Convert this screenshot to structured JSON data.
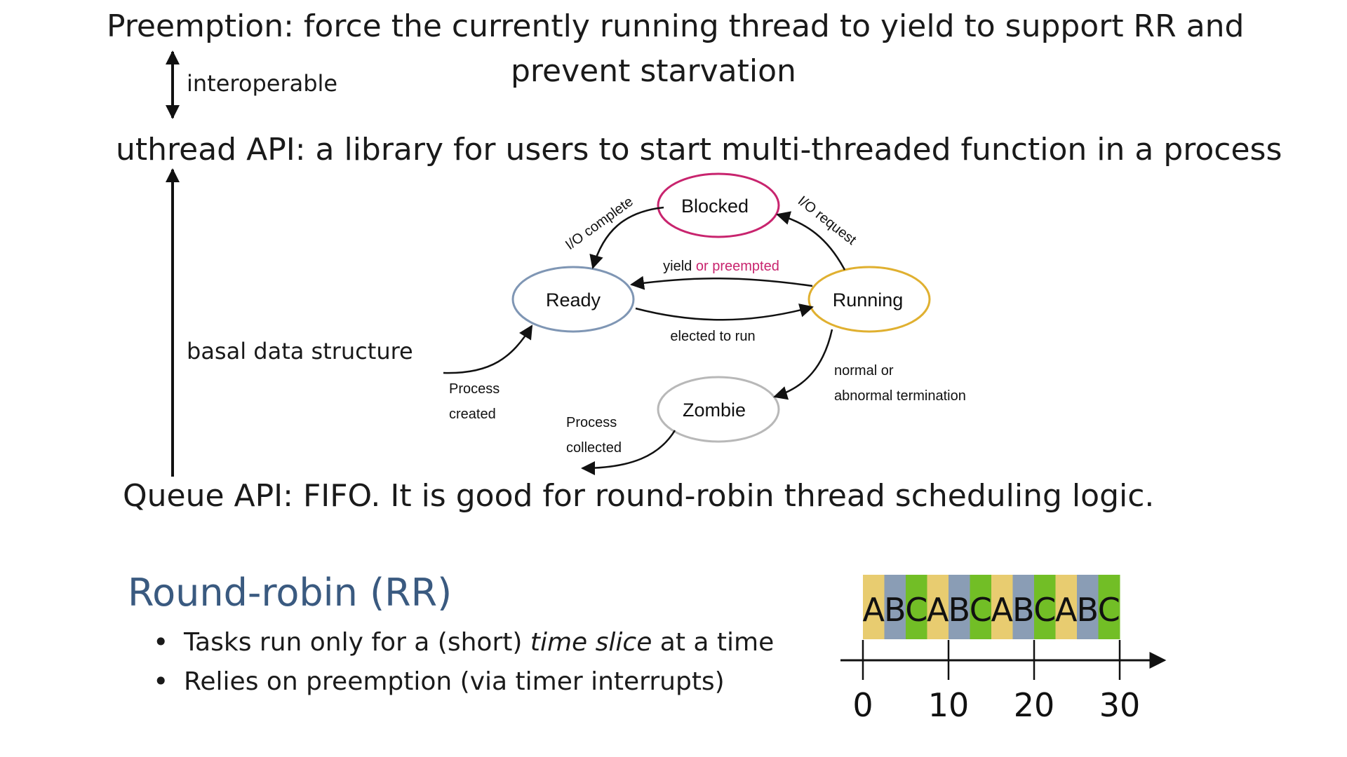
{
  "preemption": {
    "line1": "Preemption:  force the currently running thread to yield to support RR and",
    "line2": "prevent starvation"
  },
  "interoperable_label": "interoperable",
  "uthread_api": "uthread API: a library for users to start multi-threaded function in a process",
  "basal_label": "basal data structure",
  "queue_api": "Queue API: FIFO. It is good for round-robin thread scheduling logic.",
  "state_diagram": {
    "states": {
      "blocked": "Blocked",
      "ready": "Ready",
      "running": "Running",
      "zombie": "Zombie"
    },
    "transitions": {
      "io_complete": "I/O complete",
      "io_request": "I/O request",
      "yield": "yield",
      "or_preempted": " or preempted",
      "elected": "elected to run",
      "term_line1": "normal or",
      "term_line2": "abnormal termination",
      "created_line1": "Process",
      "created_line2": "created",
      "collected_line1": "Process",
      "collected_line2": "collected"
    },
    "colors": {
      "blocked": "#c8246e",
      "ready": "#7f96b4",
      "running": "#e0b030",
      "zombie": "#b8b8b8",
      "preempted_text": "#c8246e"
    }
  },
  "rr": {
    "title": "Round-robin (RR)",
    "bullet1_pre": "Tasks run only for a (short) ",
    "bullet1_em": "time slice",
    "bullet1_post": " at a time",
    "bullet2": "Relies on preemption (via timer interrupts)"
  },
  "timeline": {
    "slices": [
      "A",
      "B",
      "C",
      "A",
      "B",
      "C",
      "A",
      "B",
      "C",
      "A",
      "B",
      "C"
    ],
    "colors": {
      "A": "#e8cc70",
      "B": "#8a9db5",
      "C": "#72be26"
    },
    "ticks": [
      0,
      10,
      20,
      30
    ]
  }
}
